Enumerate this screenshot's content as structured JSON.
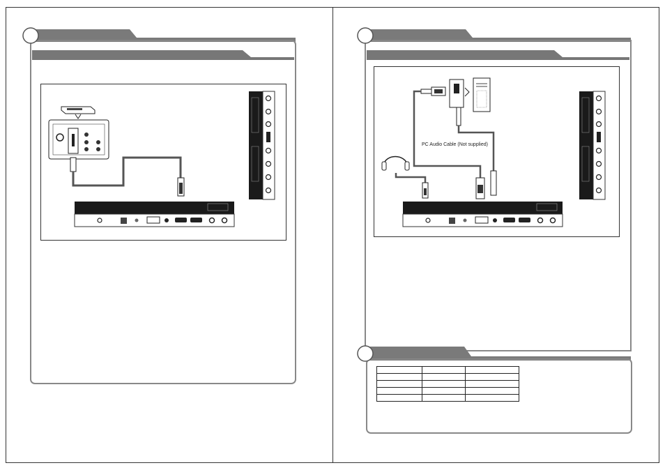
{
  "pages": [
    {
      "id": "left-page",
      "figure": {
        "cable_label": ""
      }
    },
    {
      "id": "right-page",
      "figure": {
        "cable_label": "PC Audio Cable (Not supplied)"
      }
    }
  ],
  "table": {
    "columns": 3,
    "rows": 5
  },
  "colors": {
    "frame": "#555555",
    "header_band": "#777777",
    "panel_dark": "#1a1a1a",
    "line": "#333333"
  }
}
